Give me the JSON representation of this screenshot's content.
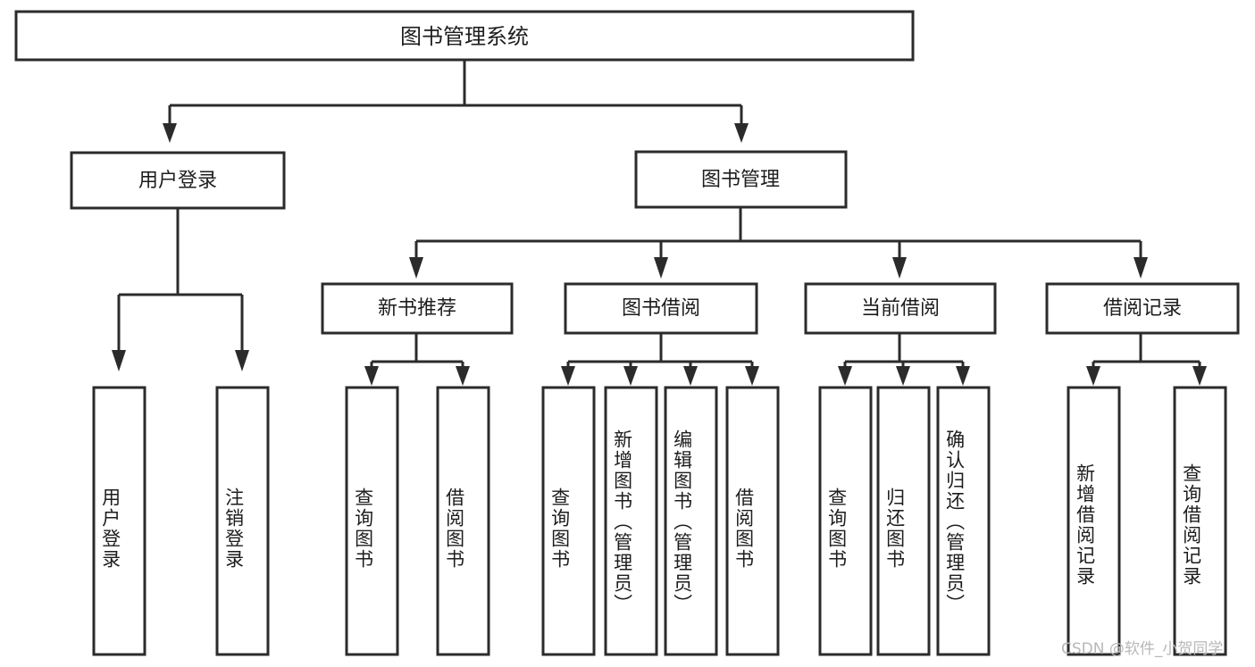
{
  "diagram": {
    "title": "图书管理系统",
    "type": "tree",
    "watermark": "CSDN @软件_小贺同学",
    "colors": {
      "background": "#ffffff",
      "stroke": "#2b2b2b",
      "text": "#1d1d1d",
      "watermark": "#b8b8b8"
    },
    "root": {
      "label": "图书管理系统",
      "children": [
        {
          "label": "用户登录",
          "children": [
            {
              "label": "用户登录"
            },
            {
              "label": "注销登录"
            }
          ]
        },
        {
          "label": "图书管理",
          "children": [
            {
              "label": "新书推荐",
              "children": [
                {
                  "label": "查询图书"
                },
                {
                  "label": "借阅图书"
                }
              ]
            },
            {
              "label": "图书借阅",
              "children": [
                {
                  "label": "查询图书"
                },
                {
                  "label": "新增图书（管理员）"
                },
                {
                  "label": "编辑图书（管理员）"
                },
                {
                  "label": "借阅图书"
                }
              ]
            },
            {
              "label": "当前借阅",
              "children": [
                {
                  "label": "查询图书"
                },
                {
                  "label": "归还图书"
                },
                {
                  "label": "确认归还（管理员）"
                }
              ]
            },
            {
              "label": "借阅记录",
              "children": [
                {
                  "label": "新增借阅记录"
                },
                {
                  "label": "查询借阅记录"
                }
              ]
            }
          ]
        }
      ]
    }
  },
  "nodes": {
    "root_title": "图书管理系统",
    "l1_user_login": "用户登录",
    "l1_book_manage": "图书管理",
    "l2_new_book": "新书推荐",
    "l2_book_borrow": "图书借阅",
    "l2_current_borrow": "当前借阅",
    "l2_borrow_record": "借阅记录",
    "leaf_user_login": "用户登录",
    "leaf_logout": "注销登录",
    "leaf_query_book_a": "查询图书",
    "leaf_borrow_book_a": "借阅图书",
    "leaf_query_book_b": "查询图书",
    "leaf_add_book": "新增图书（管理员）",
    "leaf_edit_book": "编辑图书（管理员）",
    "leaf_borrow_book_b": "借阅图书",
    "leaf_query_book_c": "查询图书",
    "leaf_return_book": "归还图书",
    "leaf_confirm_return": "确认归还（管理员）",
    "leaf_add_record": "新增借阅记录",
    "leaf_query_record": "查询借阅记录"
  },
  "watermark": {
    "text": "CSDN @软件_小贺同学"
  }
}
